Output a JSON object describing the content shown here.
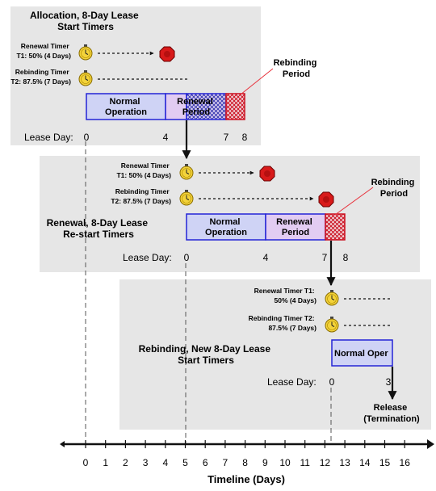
{
  "panels": [
    {
      "title_lines": [
        "Allocation, 8-Day Lease",
        "Start Timers"
      ],
      "renewal_timer_lines": [
        "Renewal Timer",
        "T1: 50% (4 Days)"
      ],
      "rebinding_timer_lines": [
        "Rebinding Timer",
        "T2: 87.5% (7 Days)"
      ],
      "bar_labels": {
        "normal": [
          "Normal",
          "Operation"
        ],
        "renewal": [
          "Renewal",
          "Period"
        ]
      },
      "rebinding_period_lines": [
        "Rebinding",
        "Period"
      ],
      "lease_day_label": "Lease Day:",
      "lease_ticks": [
        "0",
        "4",
        "7",
        "8"
      ]
    },
    {
      "title_lines": [
        "Renewal, 8-Day Lease",
        "Re-start Timers"
      ],
      "renewal_timer_lines": [
        "Renewal Timer",
        "T1: 50% (4 Days)"
      ],
      "rebinding_timer_lines": [
        "Rebinding Timer",
        "T2: 87.5% (7 Days)"
      ],
      "bar_labels": {
        "normal": [
          "Normal",
          "Operation"
        ],
        "renewal": [
          "Renewal",
          "Period"
        ]
      },
      "rebinding_period_lines": [
        "Rebinding",
        "Period"
      ],
      "lease_day_label": "Lease Day:",
      "lease_ticks": [
        "0",
        "4",
        "7",
        "8"
      ]
    },
    {
      "title_lines": [
        "Rebinding, New 8-Day Lease",
        "Start Timers"
      ],
      "renewal_timer_lines": [
        "Renewal Timer T1:",
        "50% (4 Days)"
      ],
      "rebinding_timer_lines": [
        "Rebinding Timer T2:",
        "87.5% (7 Days)"
      ],
      "bar_labels": {
        "normal": [
          "Normal Oper"
        ]
      },
      "lease_day_label": "Lease Day:",
      "lease_ticks": [
        "0",
        "3"
      ],
      "release_lines": [
        "Release",
        "(Termination)"
      ]
    }
  ],
  "timeline": {
    "label": "Timeline (Days)",
    "ticks": [
      "0",
      "1",
      "2",
      "3",
      "4",
      "5",
      "6",
      "7",
      "8",
      "9",
      "10",
      "11",
      "12",
      "13",
      "14",
      "15",
      "16"
    ]
  },
  "colors": {
    "panel_bg": "#e6e6e6",
    "normal_fill": "#cfd3f5",
    "renewal_fill": "#e2ccf2",
    "bar_border": "#2424d6",
    "rebinding_hatch": "#cc1020",
    "connector": "#e8323c",
    "clock_face": "#f3d33a",
    "stop_sign": "#d81a1a"
  },
  "icons": [
    "stopwatch-icon",
    "stop-sign-icon"
  ]
}
